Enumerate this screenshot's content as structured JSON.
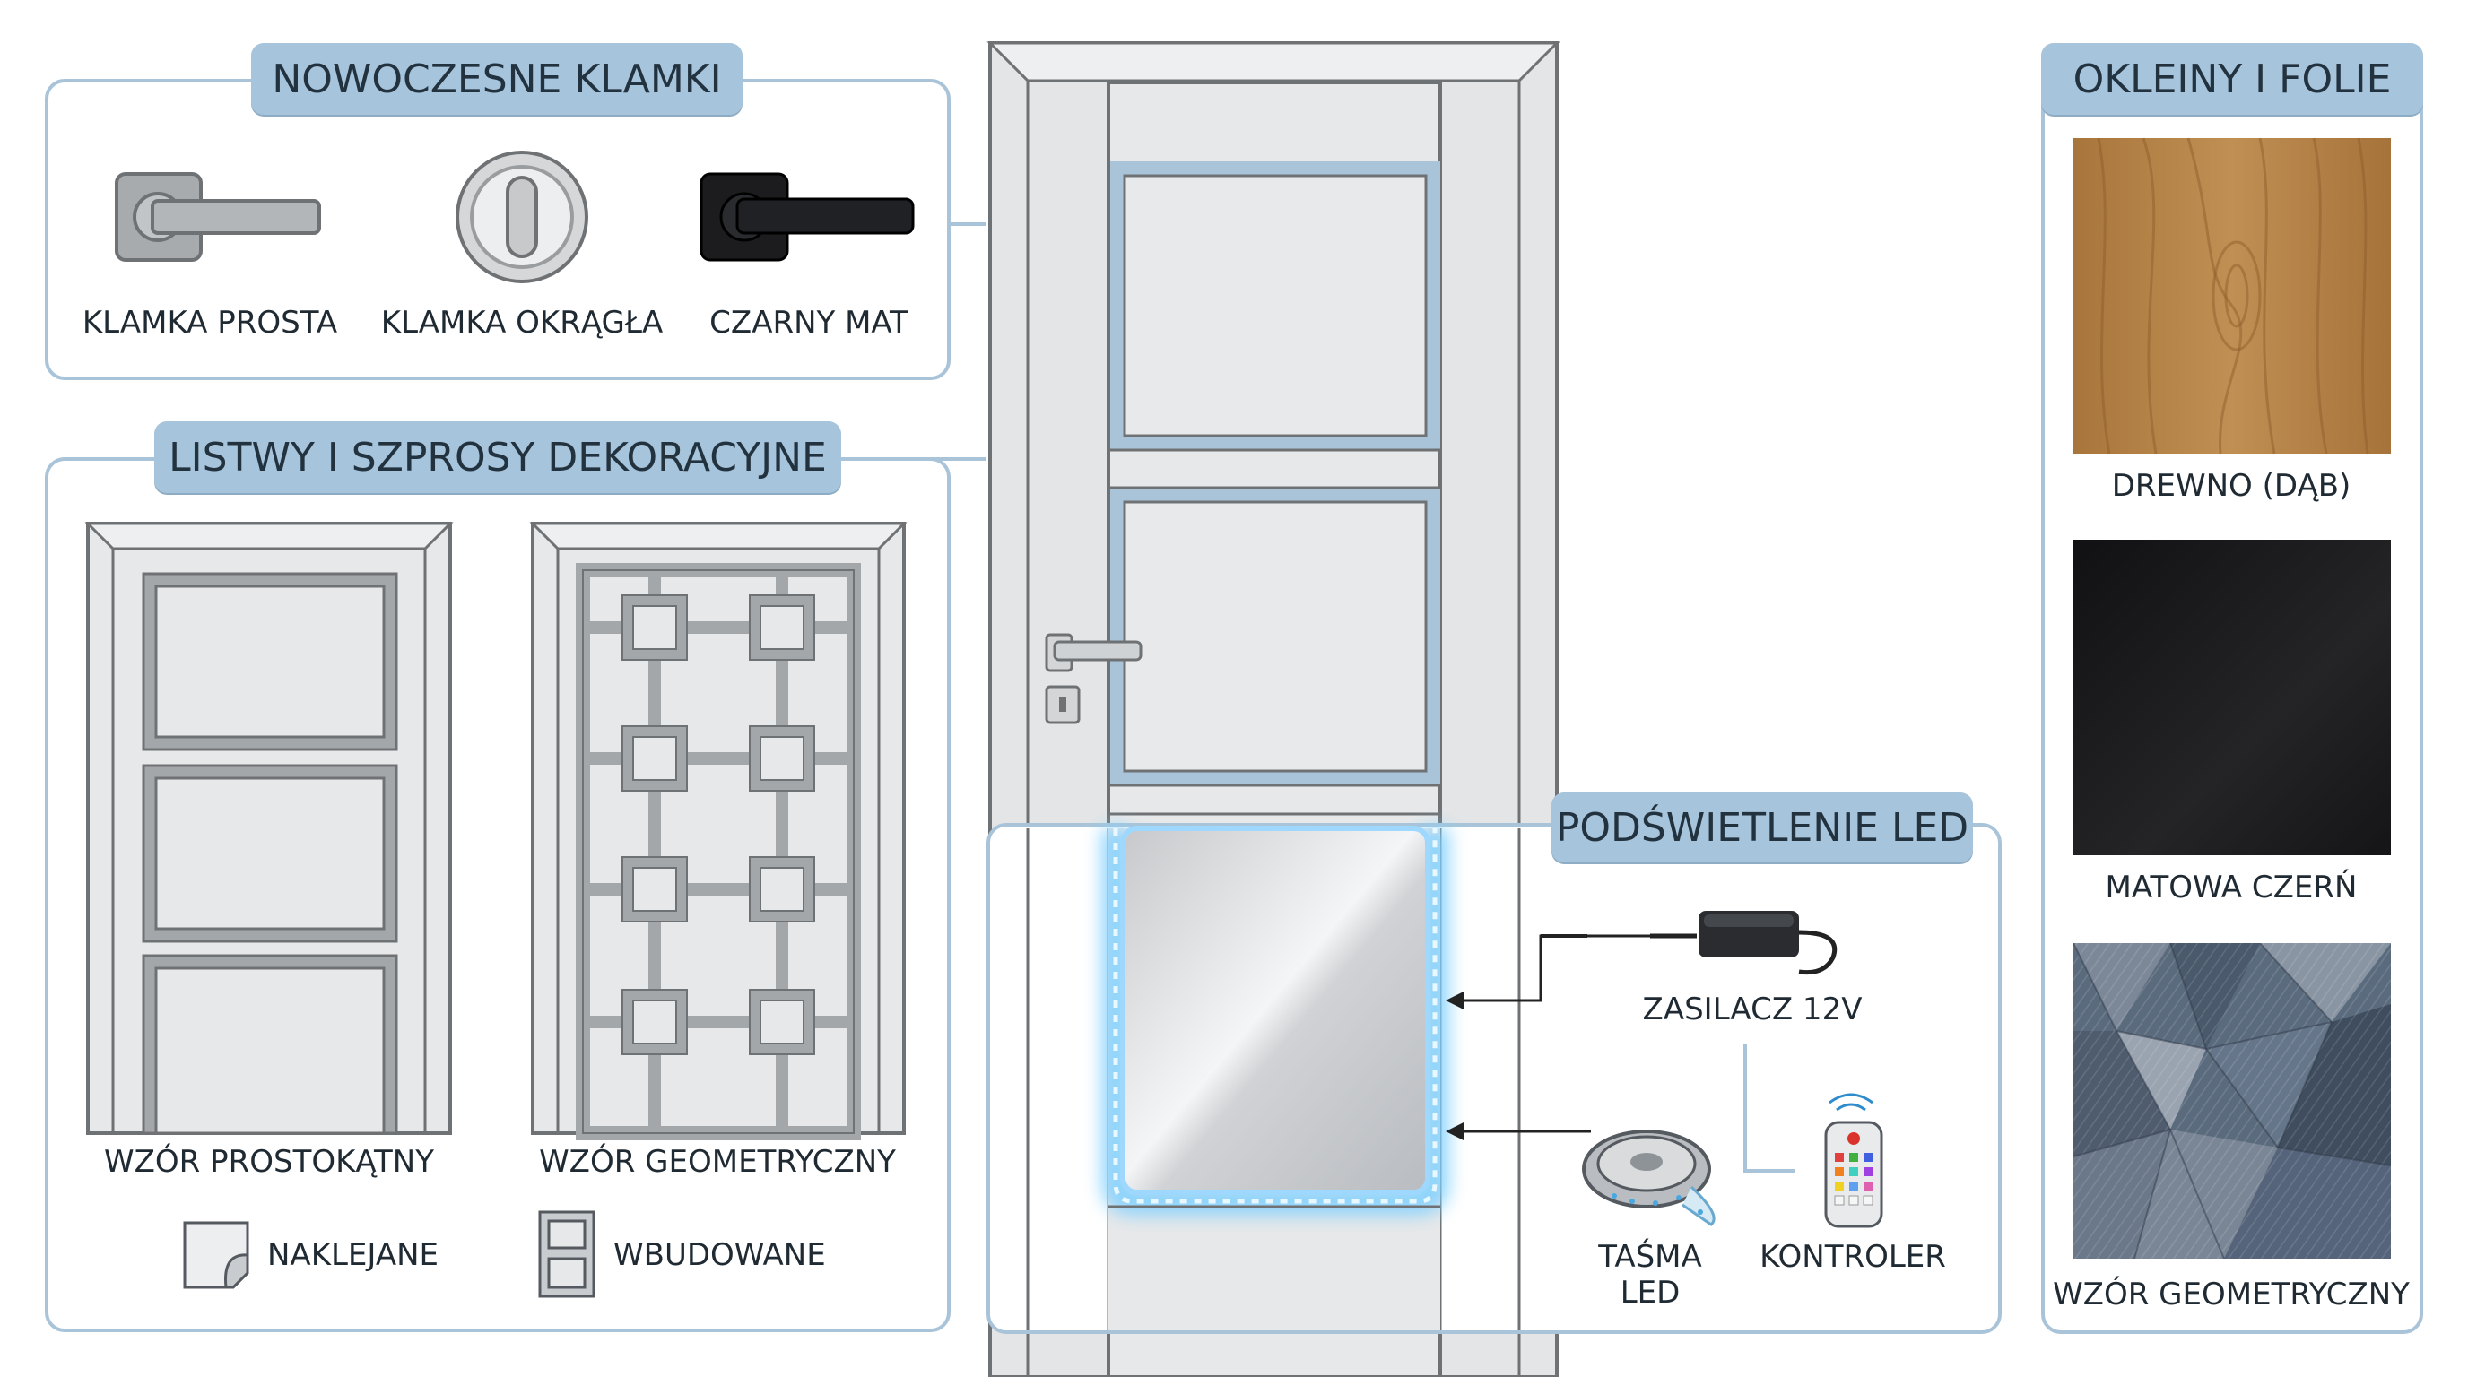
{
  "handles": {
    "title": "NOWOCZESNE KLAMKI",
    "items": [
      {
        "label": "KLAMKA PROSTA",
        "icon": "lever-handle-icon"
      },
      {
        "label": "KLAMKA OKRĄGŁA",
        "icon": "round-knob-icon"
      },
      {
        "label": "CZARNY MAT",
        "icon": "black-lever-handle-icon"
      }
    ]
  },
  "moldings": {
    "title": "LISTWY I SZPROSY DEKORACYJNE",
    "patterns": [
      {
        "label": "WZÓR PROSTOKĄTNY"
      },
      {
        "label": "WZÓR GEOMETRYCZNY"
      }
    ],
    "mounting": [
      {
        "label": "NAKLEJANE",
        "icon": "sticker-icon"
      },
      {
        "label": "WBUDOWANE",
        "icon": "built-in-icon"
      }
    ]
  },
  "led": {
    "title": "PODŚWIETLENIE LED",
    "power_supply": "ZASILACZ 12V",
    "strip_line1": "TAŚMA",
    "strip_line2": "LED",
    "controller": "KONTROLER"
  },
  "veneers": {
    "title": "OKLEINY I FOLIE",
    "items": [
      {
        "label": "DREWNO (DĄB)",
        "swatch": "#b7864a"
      },
      {
        "label": "MATOWA CZERŃ",
        "swatch": "#1c1c1e"
      },
      {
        "label": "WZÓR GEOMETRYCZNY",
        "swatch": "#5b6b7e"
      }
    ]
  },
  "colors": {
    "accent": "#a6c4db",
    "border": "#a9c4d8",
    "door": "#e6e7e8",
    "led_glow": "#7fd0ff"
  }
}
